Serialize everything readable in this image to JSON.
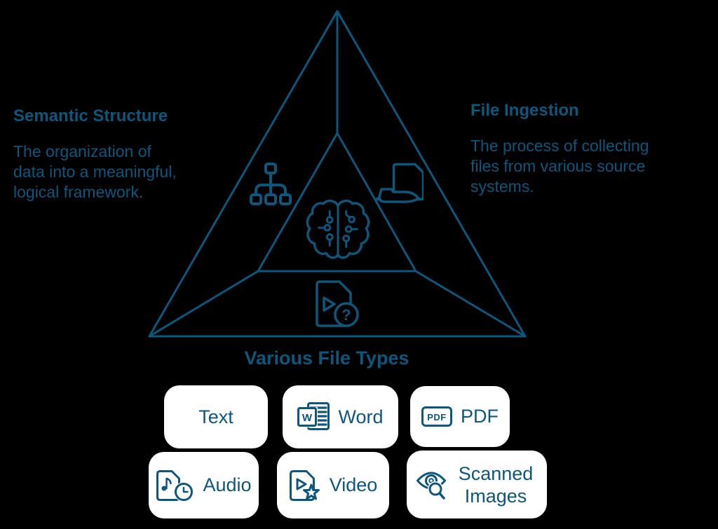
{
  "colors": {
    "ink": "#0d567c",
    "background": "#000000",
    "card_background": "#ffffff"
  },
  "callouts": {
    "left": {
      "title": "Semantic Structure",
      "lines": [
        "The organization of",
        "data into a meaningful,",
        "logical framework."
      ]
    },
    "right": {
      "title": "File Ingestion",
      "lines": [
        "The process of collecting",
        "files from various source",
        "systems."
      ]
    }
  },
  "pyramid": {
    "bottom_label": "Various File Types",
    "icons": [
      "hierarchy-icon",
      "file-ingestion-hand-icon",
      "ai-brain-circuit-icon",
      "unknown-file-type-icon"
    ]
  },
  "icon_text": {
    "word_badge": "W",
    "pdf_badge": "PDF",
    "question_mark": "?"
  },
  "file_type_cards": [
    {
      "label": "Text",
      "icon": null
    },
    {
      "label": "Word",
      "icon": "word-document-icon"
    },
    {
      "label": "PDF",
      "icon": "pdf-document-icon"
    },
    {
      "label": "Audio",
      "icon": "audio-file-icon"
    },
    {
      "label": "Video",
      "icon": "video-file-icon"
    },
    {
      "label": "Scanned Images",
      "icon": "scanned-images-eye-icon"
    }
  ]
}
